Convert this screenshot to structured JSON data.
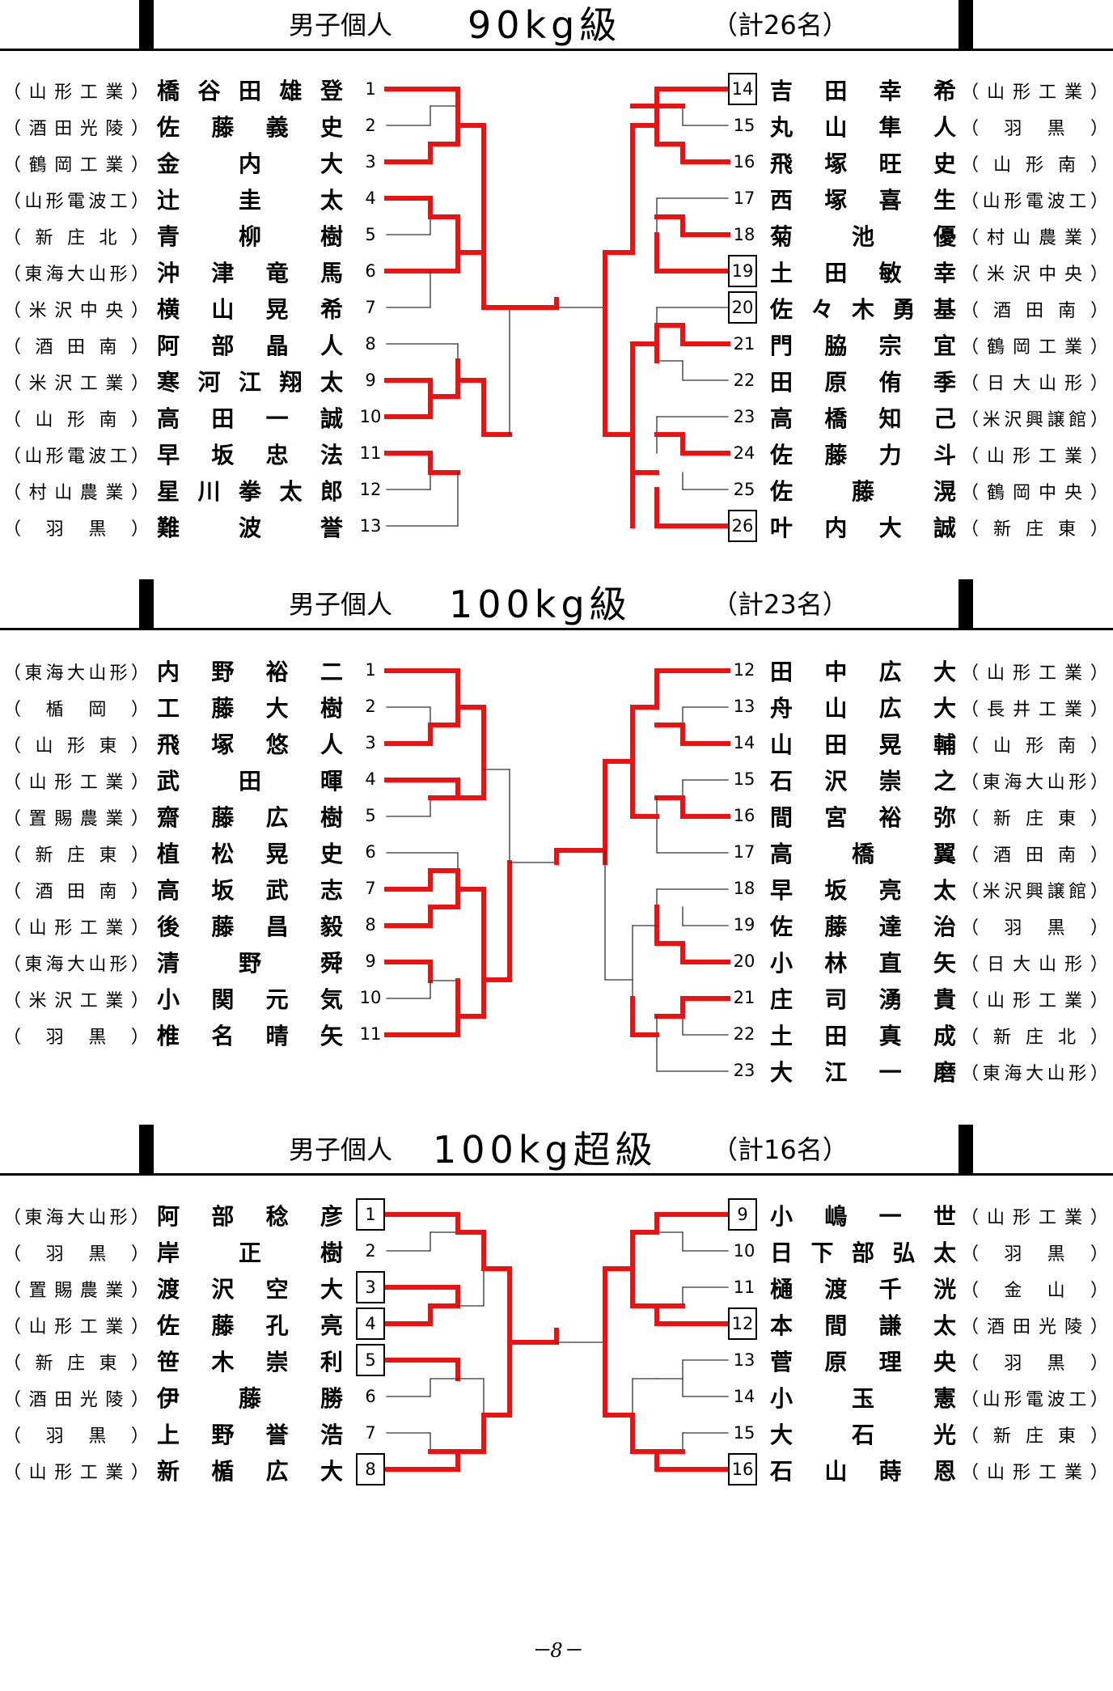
{
  "sections": [
    {
      "header": {
        "label": "男子個人",
        "weight": "90kg級",
        "count": "（計26名）"
      },
      "left": [
        {
          "num": "1",
          "boxed": false,
          "school": "山形工業",
          "name": "橋谷田雄登"
        },
        {
          "num": "2",
          "boxed": false,
          "school": "酒田光陵",
          "name": "佐藤義史"
        },
        {
          "num": "3",
          "boxed": false,
          "school": "鶴岡工業",
          "name": "金内大"
        },
        {
          "num": "4",
          "boxed": false,
          "school": "山形電波工",
          "name": "辻圭太"
        },
        {
          "num": "5",
          "boxed": false,
          "school": "新庄北",
          "name": "青柳樹"
        },
        {
          "num": "6",
          "boxed": false,
          "school": "東海大山形",
          "name": "沖津竜馬"
        },
        {
          "num": "7",
          "boxed": false,
          "school": "米沢中央",
          "name": "横山晃希"
        },
        {
          "num": "8",
          "boxed": false,
          "school": "酒田南",
          "name": "阿部晶人"
        },
        {
          "num": "9",
          "boxed": false,
          "school": "米沢工業",
          "name": "寒河江翔太"
        },
        {
          "num": "10",
          "boxed": false,
          "school": "山形南",
          "name": "高田一誠"
        },
        {
          "num": "11",
          "boxed": false,
          "school": "山形電波工",
          "name": "早坂忠法"
        },
        {
          "num": "12",
          "boxed": false,
          "school": "村山農業",
          "name": "星川拳太郎"
        },
        {
          "num": "13",
          "boxed": false,
          "school": "羽黒",
          "name": "難波誉"
        }
      ],
      "right": [
        {
          "num": "14",
          "boxed": true,
          "school": "山形工業",
          "name": "吉田幸希"
        },
        {
          "num": "15",
          "boxed": false,
          "school": "羽黒",
          "name": "丸山隼人"
        },
        {
          "num": "16",
          "boxed": false,
          "school": "山形南",
          "name": "飛塚旺史"
        },
        {
          "num": "17",
          "boxed": false,
          "school": "山形電波工",
          "name": "西塚喜生"
        },
        {
          "num": "18",
          "boxed": false,
          "school": "村山農業",
          "name": "菊池優"
        },
        {
          "num": "19",
          "boxed": true,
          "school": "米沢中央",
          "name": "土田敏幸"
        },
        {
          "num": "20",
          "boxed": true,
          "school": "酒田南",
          "name": "佐々木勇基"
        },
        {
          "num": "21",
          "boxed": false,
          "school": "鶴岡工業",
          "name": "門脇宗宜"
        },
        {
          "num": "22",
          "boxed": false,
          "school": "日大山形",
          "name": "田原侑季"
        },
        {
          "num": "23",
          "boxed": false,
          "school": "米沢興譲館",
          "name": "高橋知己"
        },
        {
          "num": "24",
          "boxed": false,
          "school": "山形工業",
          "name": "佐藤力斗"
        },
        {
          "num": "25",
          "boxed": false,
          "school": "鶴岡中央",
          "name": "佐藤滉"
        },
        {
          "num": "26",
          "boxed": true,
          "school": "新庄東",
          "name": "叶内大誠"
        }
      ]
    },
    {
      "header": {
        "label": "男子個人",
        "weight": "100kg級",
        "count": "（計23名）"
      },
      "left": [
        {
          "num": "1",
          "boxed": false,
          "school": "東海大山形",
          "name": "内野裕二"
        },
        {
          "num": "2",
          "boxed": false,
          "school": "楯岡",
          "name": "工藤大樹"
        },
        {
          "num": "3",
          "boxed": false,
          "school": "山形東",
          "name": "飛塚悠人"
        },
        {
          "num": "4",
          "boxed": false,
          "school": "山形工業",
          "name": "武田暉"
        },
        {
          "num": "5",
          "boxed": false,
          "school": "置賜農業",
          "name": "齋藤広樹"
        },
        {
          "num": "6",
          "boxed": false,
          "school": "新庄東",
          "name": "植松晃史"
        },
        {
          "num": "7",
          "boxed": false,
          "school": "酒田南",
          "name": "高坂武志"
        },
        {
          "num": "8",
          "boxed": false,
          "school": "山形工業",
          "name": "後藤昌毅"
        },
        {
          "num": "9",
          "boxed": false,
          "school": "東海大山形",
          "name": "清野舜"
        },
        {
          "num": "10",
          "boxed": false,
          "school": "米沢工業",
          "name": "小関元気"
        },
        {
          "num": "11",
          "boxed": false,
          "school": "羽黒",
          "name": "椎名晴矢"
        }
      ],
      "right": [
        {
          "num": "12",
          "boxed": false,
          "school": "山形工業",
          "name": "田中広大"
        },
        {
          "num": "13",
          "boxed": false,
          "school": "長井工業",
          "name": "舟山広大"
        },
        {
          "num": "14",
          "boxed": false,
          "school": "山形南",
          "name": "山田晃輔"
        },
        {
          "num": "15",
          "boxed": false,
          "school": "東海大山形",
          "name": "石沢崇之"
        },
        {
          "num": "16",
          "boxed": false,
          "school": "新庄東",
          "name": "間宮裕弥"
        },
        {
          "num": "17",
          "boxed": false,
          "school": "酒田南",
          "name": "高橋翼"
        },
        {
          "num": "18",
          "boxed": false,
          "school": "米沢興譲館",
          "name": "早坂亮太"
        },
        {
          "num": "19",
          "boxed": false,
          "school": "羽黒",
          "name": "佐藤達治"
        },
        {
          "num": "20",
          "boxed": false,
          "school": "日大山形",
          "name": "小林直矢"
        },
        {
          "num": "21",
          "boxed": false,
          "school": "山形工業",
          "name": "庄司湧貴"
        },
        {
          "num": "22",
          "boxed": false,
          "school": "新庄北",
          "name": "土田真成"
        },
        {
          "num": "23",
          "boxed": false,
          "school": "東海大山形",
          "name": "大江一磨"
        }
      ]
    },
    {
      "header": {
        "label": "男子個人",
        "weight": "100kg超級",
        "count": "（計16名）"
      },
      "left": [
        {
          "num": "1",
          "boxed": true,
          "school": "東海大山形",
          "name": "阿部稔彦"
        },
        {
          "num": "2",
          "boxed": false,
          "school": "羽黒",
          "name": "岸正樹"
        },
        {
          "num": "3",
          "boxed": true,
          "school": "置賜農業",
          "name": "渡沢空大"
        },
        {
          "num": "4",
          "boxed": true,
          "school": "山形工業",
          "name": "佐藤孔亮"
        },
        {
          "num": "5",
          "boxed": true,
          "school": "新庄東",
          "name": "笹木崇利"
        },
        {
          "num": "6",
          "boxed": false,
          "school": "酒田光陵",
          "name": "伊藤勝"
        },
        {
          "num": "7",
          "boxed": false,
          "school": "羽黒",
          "name": "上野誉浩"
        },
        {
          "num": "8",
          "boxed": true,
          "school": "山形工業",
          "name": "新楯広大"
        }
      ],
      "right": [
        {
          "num": "9",
          "boxed": true,
          "school": "山形工業",
          "name": "小嶋一世"
        },
        {
          "num": "10",
          "boxed": false,
          "school": "羽黒",
          "name": "日下部弘太"
        },
        {
          "num": "11",
          "boxed": false,
          "school": "金山",
          "name": "樋渡千洸"
        },
        {
          "num": "12",
          "boxed": true,
          "school": "酒田光陵",
          "name": "本間謙太"
        },
        {
          "num": "13",
          "boxed": false,
          "school": "羽黒",
          "name": "菅原理央"
        },
        {
          "num": "14",
          "boxed": false,
          "school": "山形電波工",
          "name": "小玉憲"
        },
        {
          "num": "15",
          "boxed": false,
          "school": "新庄東",
          "name": "大石光"
        },
        {
          "num": "16",
          "boxed": true,
          "school": "山形工業",
          "name": "石山蒔恩"
        }
      ]
    }
  ],
  "footer": {
    "page": "－8－"
  }
}
